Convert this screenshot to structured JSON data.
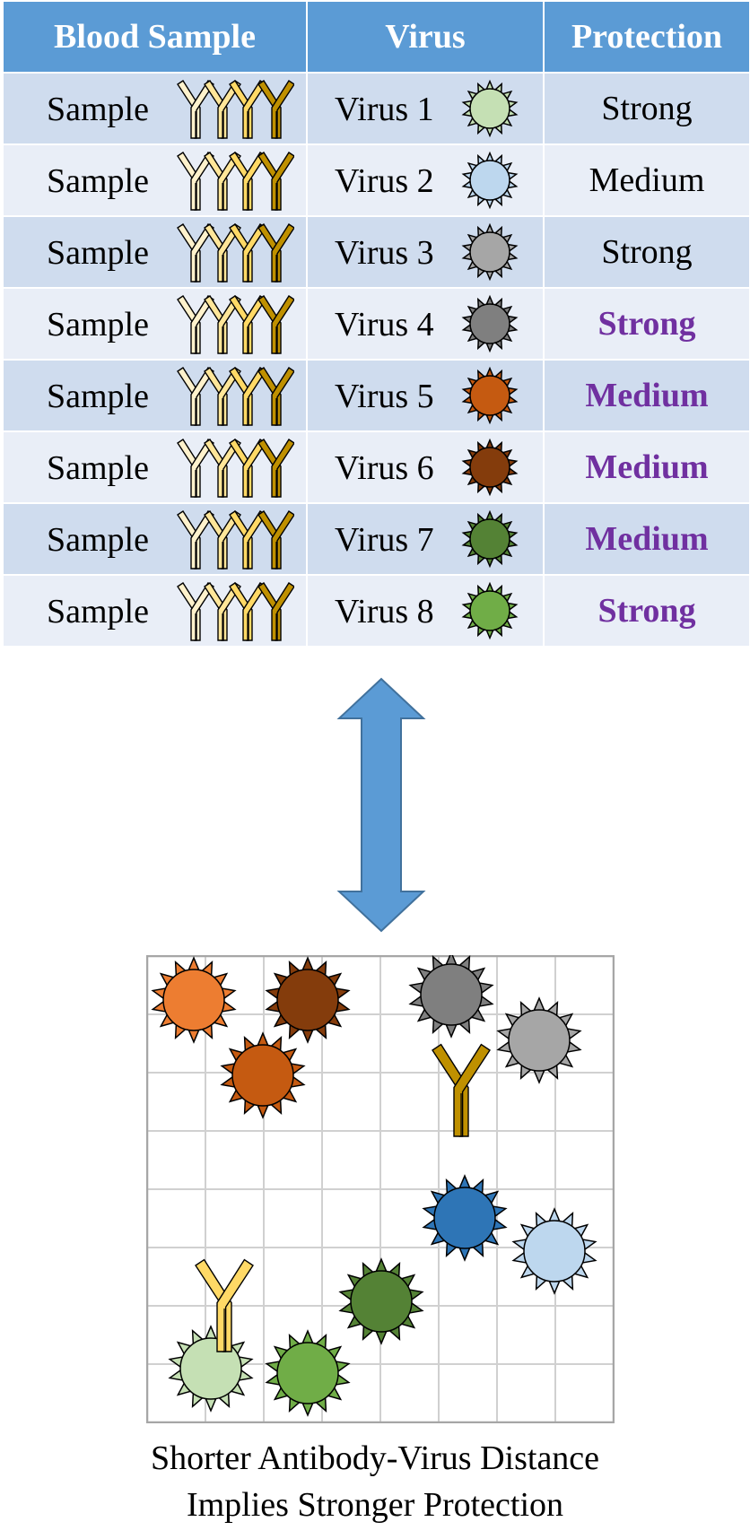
{
  "table": {
    "headers": [
      "Blood Sample",
      "Virus",
      "Protection"
    ],
    "rows": [
      {
        "sample": "Sample",
        "virus": "Virus 1",
        "virus_color": "#c5e0b4",
        "protection": "Strong",
        "highlight": false
      },
      {
        "sample": "Sample",
        "virus": "Virus 2",
        "virus_color": "#bdd7ee",
        "protection": "Medium",
        "highlight": false
      },
      {
        "sample": "Sample",
        "virus": "Virus 3",
        "virus_color": "#a6a6a6",
        "protection": "Strong",
        "highlight": false
      },
      {
        "sample": "Sample",
        "virus": "Virus 4",
        "virus_color": "#7f7f7f",
        "protection": "Strong",
        "highlight": true
      },
      {
        "sample": "Sample",
        "virus": "Virus 5",
        "virus_color": "#c55a11",
        "protection": "Medium",
        "highlight": true
      },
      {
        "sample": "Sample",
        "virus": "Virus 6",
        "virus_color": "#843c0c",
        "protection": "Medium",
        "highlight": true
      },
      {
        "sample": "Sample",
        "virus": "Virus 7",
        "virus_color": "#548235",
        "protection": "Medium",
        "highlight": true
      },
      {
        "sample": "Sample",
        "virus": "Virus 8",
        "virus_color": "#70ad47",
        "protection": "Strong",
        "highlight": true
      }
    ]
  },
  "colors": {
    "header_bg": "#5b9bd5",
    "row_odd": "#cfdcee",
    "row_even": "#e9eef7",
    "highlight_text": "#7030a0",
    "arrow": "#5b9bd5",
    "antibody_shades": [
      "#fff2cc",
      "#ffe699",
      "#ffd966",
      "#bf9000"
    ]
  },
  "map": {
    "extra_virus_colors": [
      "#ed7d31",
      "#2e75b6"
    ],
    "antibody_colors": [
      "#bf9000",
      "#ffd966"
    ]
  },
  "caption": {
    "line1": "Shorter Antibody-Virus Distance",
    "line2": "Implies Stronger Protection"
  }
}
